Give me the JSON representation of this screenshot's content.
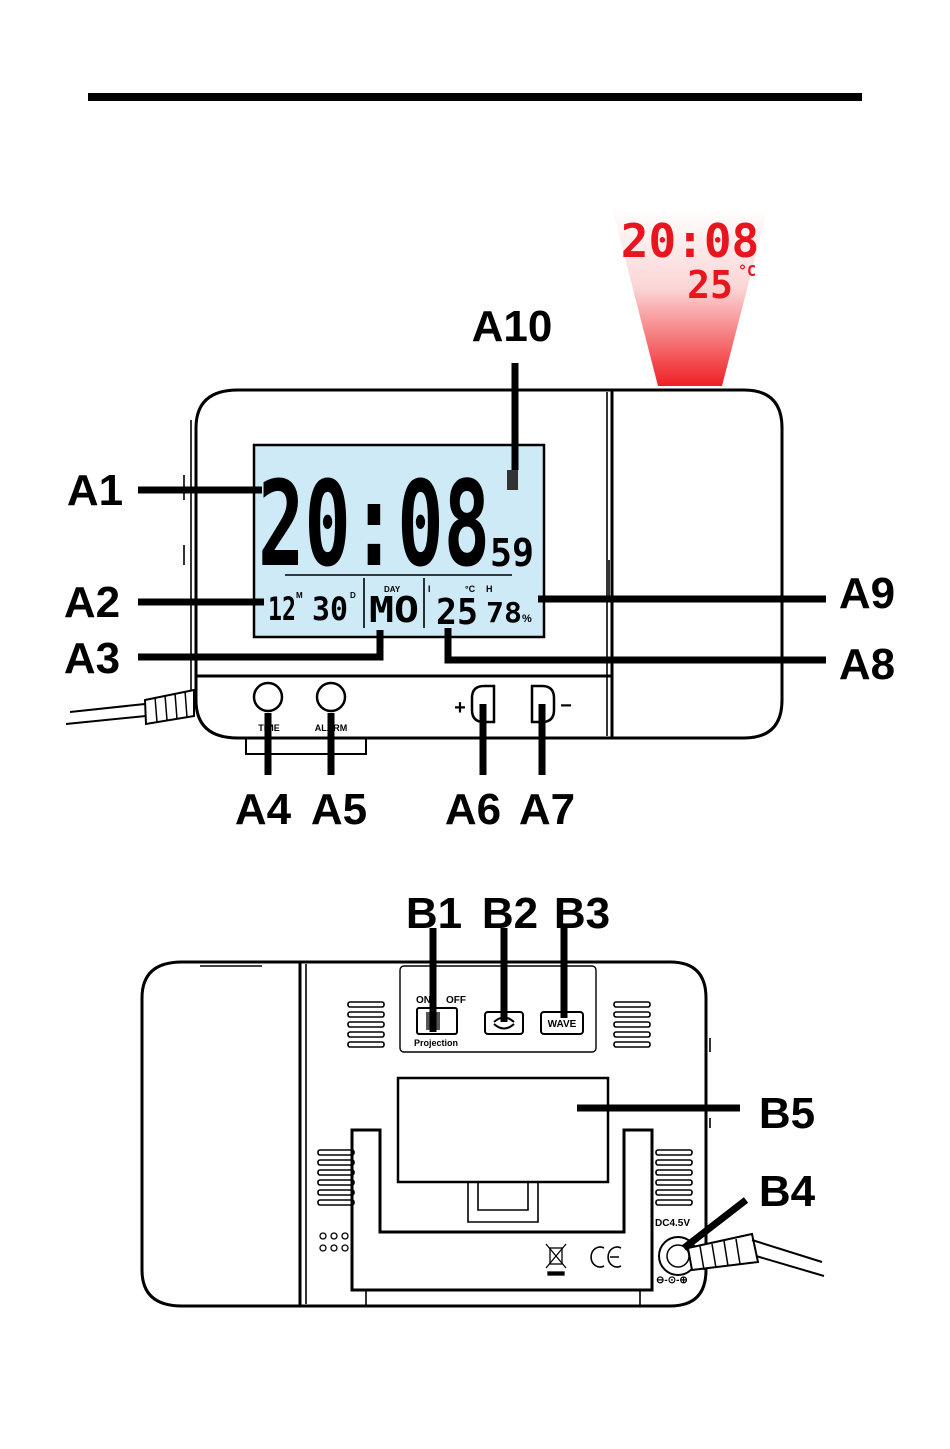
{
  "callouts": {
    "a1": "A1",
    "a2": "A2",
    "a3": "A3",
    "a4": "A4",
    "a5": "A5",
    "a6": "A6",
    "a7": "A7",
    "a8": "A8",
    "a9": "A9",
    "a10": "A10",
    "b1": "B1",
    "b2": "B2",
    "b3": "B3",
    "b4": "B4",
    "b5": "B5"
  },
  "projection": {
    "time": "20:08",
    "temperature": "25",
    "unit": "°C",
    "color": "#e8141e"
  },
  "lcd": {
    "background": "#cdeaf6",
    "time": "20:08",
    "seconds": "59",
    "date_month": "12",
    "date_month_unit": "M",
    "date_day": "30",
    "date_day_unit": "D",
    "day_label": "DAY",
    "weekday": "MO",
    "indoor_marker": "I",
    "temp_unit": "°C",
    "humidity_marker": "H",
    "temperature": "25",
    "humidity": "78",
    "humidity_unit": "%"
  },
  "buttons": {
    "time": "TIME",
    "alarm": "ALARM",
    "plus": "+",
    "minus": "−",
    "wave": "WAVE"
  },
  "back_panel": {
    "switch_on": "ON",
    "switch_off": "OFF",
    "switch_label": "Projection",
    "power_rating": "DC4.5V"
  }
}
